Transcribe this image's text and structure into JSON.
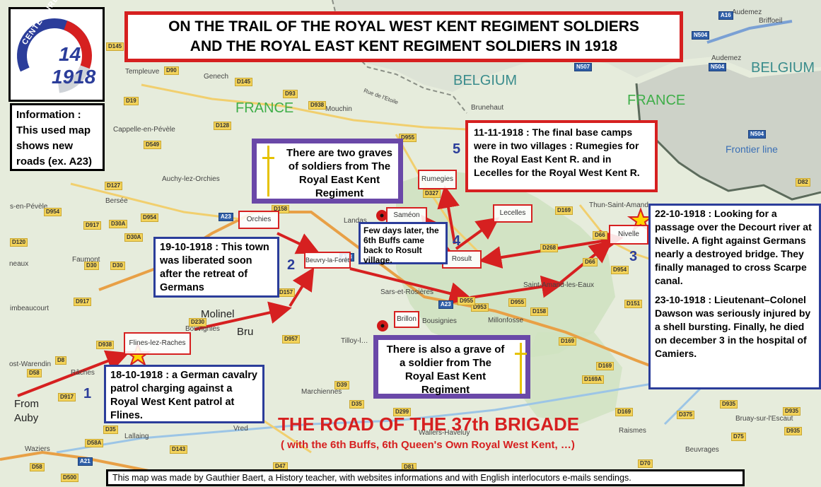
{
  "title": {
    "line1": "ON THE TRAIL OF  THE ROYAL WEST KENT REGIMENT SOLDIERS",
    "line2": "AND THE ROYAL EAST KENT REGIMENT SOLDIERS IN 1918"
  },
  "logo": {
    "arc_text": "CENTENAIRE",
    "year_top": "14",
    "year_bottom": "1918"
  },
  "info_box": "Information : This used map shows new roads (ex. A23)",
  "countries": {
    "france_left": "FRANCE",
    "belgium_center": "BELGIUM",
    "belgium_right": "BELGIUM",
    "france_right": "FRANCE"
  },
  "frontier": "Frontier line",
  "towns": {
    "orchies": "Orchies",
    "beuvry": "Beuvry-la-Forêt",
    "flines": "Flines-lez-Raches",
    "brillon": "Brillon",
    "rumegies": "Rumegies",
    "sameon": "Saméon",
    "rosult": "Rosult",
    "lecelles": "Lecelles",
    "nivelle": "Nivelle"
  },
  "place_labels": {
    "templeuve": "Templeuve",
    "genech": "Genech",
    "mouchin": "Mouchin",
    "cappelle": "Cappelle-en-Pévèle",
    "auchy": "Auchy-lez-Orchies",
    "bersee": "Bersée",
    "landas": "Landas",
    "sars": "Sars-et-Rosières",
    "brunehaut": "Brunehaut",
    "faumont": "Faumont",
    "raches": "Râches",
    "marchiennes": "Marchiennes",
    "lallaing": "Lallaing",
    "waziers": "Waziers",
    "vred": "Vred",
    "bouvignies": "Bouvignies",
    "tilloy": "Tilloy-l…",
    "millonfosse": "Millonfosse",
    "bousignies": "Bousignies",
    "thun": "Thun-Saint-Amand",
    "saint_amand": "Saint-Amand-les-Eaux",
    "raismes": "Raismes",
    "beuvrages": "Beuvrages",
    "bruay": "Bruay-sur-l'Escaut",
    "audemez": "Audemez",
    "audemez2": "Audemez",
    "briffoeil": "Briffoeil",
    "warendin": "ost-Warendin",
    "wallers": "Wallers-Haveluy",
    "rue_etoile": "Rue de l'Etoile",
    "bas_en_pevele": "s-en-Pévèle",
    "beaucourt": "imbeaucourt",
    "neaux": "neaux",
    "molinel": "Molinel",
    "bru": "Bru",
    "from": "From",
    "auby": "Auby"
  },
  "roads": [
    "D145",
    "D90",
    "D145",
    "D93",
    "D938",
    "D19",
    "D128",
    "D549",
    "D127",
    "D954",
    "D954",
    "D917",
    "D30A",
    "D30A",
    "D120",
    "D30",
    "D30",
    "D917",
    "D938",
    "D8",
    "D58",
    "D917",
    "D35",
    "D58A",
    "D58",
    "D143",
    "D47",
    "D81",
    "D70",
    "D935",
    "D375",
    "D75",
    "D935",
    "D169",
    "D169",
    "D169A",
    "D169",
    "D954",
    "D151",
    "D268",
    "D158",
    "D158",
    "D955",
    "D955",
    "D953",
    "D157",
    "D957",
    "D230",
    "D327",
    "A23",
    "A23",
    "A21",
    "D39",
    "D299",
    "D955",
    "D82",
    "D66",
    "D66",
    "D169",
    "D935",
    "D35",
    "D500",
    "A16",
    "N504",
    "N507",
    "N504",
    "N504",
    "A23"
  ],
  "numbers": {
    "n1": "1",
    "n2": "2",
    "n3": "3",
    "n4": "4",
    "n5": "5"
  },
  "boxes": {
    "graves_east": "There are two graves of soldiers from The Royal East Kent Regiment",
    "final_camps": "11-11-1918 : The final base camps were in two villages : Rumegies for the Royal East Kent R. and in Lecelles for the Royal West Kent R.",
    "liberated": "19-10-1918 : This town was liberated soon after the retreat of Germans",
    "few_days": "Few days later, the 6th Buffs came back to Rosult village.",
    "nivelle_1": "22-10-1918 : Looking for a passage over the Decourt river at Nivelle.  A fight against Germans nearly a destroyed bridge. They finally managed to cross Scarpe canal.",
    "nivelle_2": "23-10-1918 : Lieutenant–Colonel Dawson was seriously injured by a shell bursting. Finally, he died on  december 3 in the hospital  of Camiers.",
    "grave_soldier": "There is also a grave of a soldier from  The Royal East Kent Regiment",
    "flines_event": "18-10-1918 : a German cavalry patrol charging against a Royal West Kent patrol at Flines."
  },
  "big_title": "THE ROAD OF THE 37th BRIGADE",
  "sub_title": "( with the 6th Buffs, 6th Queen's Own Royal West Kent, …)",
  "footer": "This map was made by Gauthier Baert, a History teacher, with websites informations and with English interlocutors e-mails sendings.",
  "colors": {
    "red": "#d62020",
    "blue": "#2b3d9a",
    "purple": "#6a48a8",
    "green": "#3fae49",
    "map": "#e6ecdc",
    "belgium": "#c8cfc3"
  },
  "icons": [
    "poppy-icon",
    "star-icon",
    "cross-icon"
  ]
}
